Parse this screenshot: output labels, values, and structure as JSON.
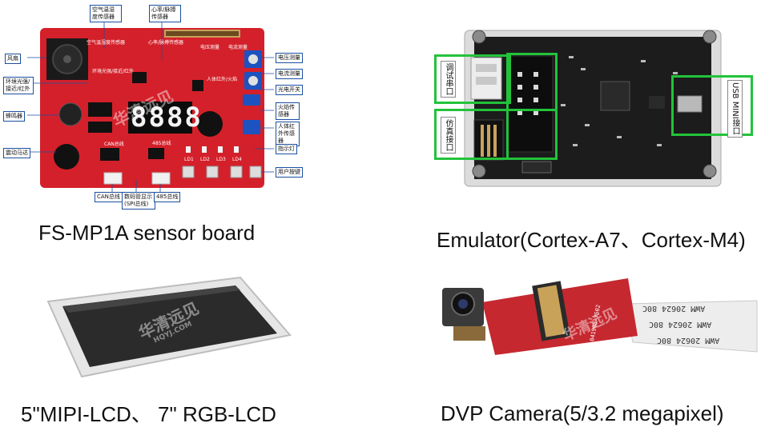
{
  "captions": {
    "sensor_board": "FS-MP1A  sensor board",
    "emulator": "Emulator(Cortex-A7、Cortex-M4)",
    "lcd": "5\"MIPI-LCD、 7\" RGB-LCD",
    "camera": "DVP Camera(5/3.2 megapixel)"
  },
  "sensor_board": {
    "left_labels": [
      "风扇",
      "环境光强/接近/红外",
      "蜂鸣器",
      "震动马达"
    ],
    "top_labels": [
      "空气温湿度传感器",
      "心率/脉搏传感器"
    ],
    "right_labels": [
      "电压测量",
      "电流测量",
      "光电开关",
      "火焰传感器",
      "人体红外传感器",
      "指示灯",
      "用户按键"
    ],
    "bottom_labels": [
      "CAN总线",
      "数码管显示(SPI总线)",
      "485总线"
    ],
    "board_silk": [
      "空气温湿度传感器",
      "心率/脉搏传感器",
      "电压测量",
      "电流测量",
      "环境光强/接近/红外",
      "人体红外/火焰",
      "CAN总线",
      "485总线",
      "LD1",
      "LD2",
      "LD3",
      "LD4"
    ],
    "display_digits": "8888",
    "watermark": "华清远见"
  },
  "emulator": {
    "label_debug_serial": "调试串口",
    "label_jtag": "仿真接口",
    "label_usb": "USB MINI接口"
  },
  "lcd": {
    "watermark": "华清远见",
    "watermark_sub": "HQYJ.COM"
  },
  "camera": {
    "cable_text": [
      "AWM 20624 80C",
      "AWM 20624 80C",
      "AWM 20624 80C"
    ],
    "board_text": "041908-Y502",
    "watermark": "华清远见"
  },
  "colors": {
    "board_red": "#d4202a",
    "pcb_black": "#1c1c1c",
    "highlight_green": "#22c33a",
    "label_blue": "#1a4fa0"
  }
}
